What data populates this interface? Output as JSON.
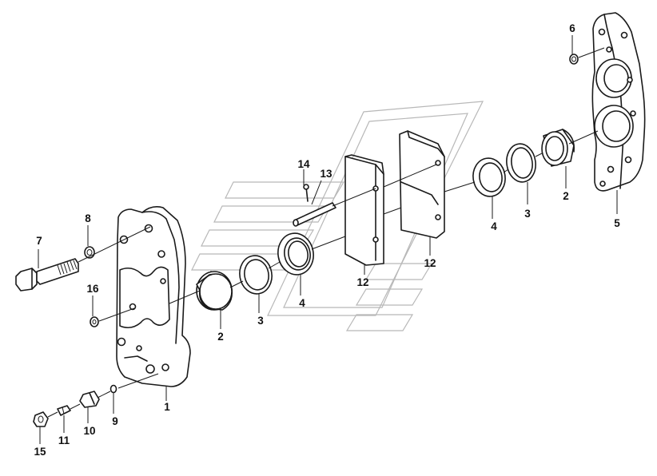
{
  "callouts": {
    "c1": "1",
    "c2a": "2",
    "c2b": "2",
    "c3a": "3",
    "c3b": "3",
    "c4a": "4",
    "c4b": "4",
    "c5": "5",
    "c6": "6",
    "c7": "7",
    "c8": "8",
    "c9": "9",
    "c10": "10",
    "c11": "11",
    "c12a": "12",
    "c12b": "12",
    "c13": "13",
    "c14": "14",
    "c15": "15",
    "c16": "16"
  },
  "colors": {
    "line": "#1a1a1a",
    "watermark": "#b8b8b8",
    "background": "#ffffff"
  }
}
